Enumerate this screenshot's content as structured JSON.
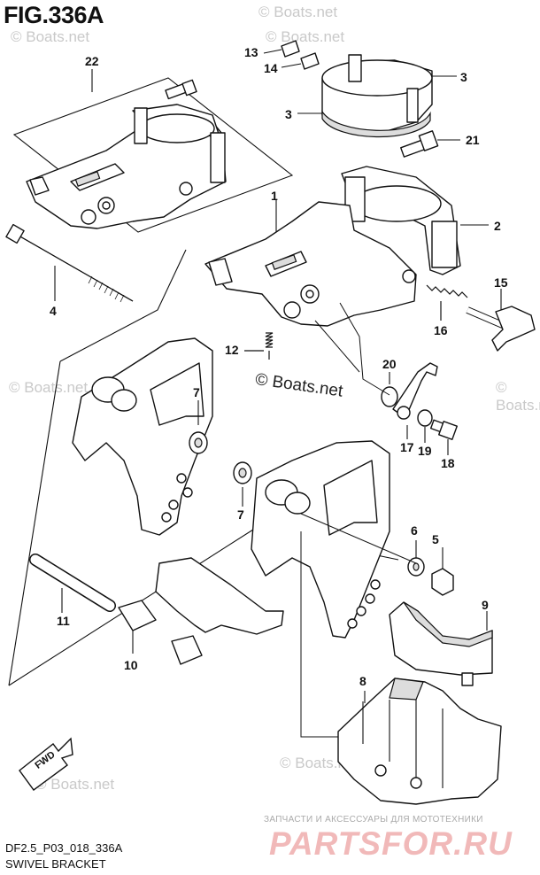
{
  "figure": {
    "title": "FIG.336A",
    "code": "DF2.5_P03_018_336A",
    "caption": "SWIVEL BRACKET"
  },
  "callouts": {
    "c22": "22",
    "c13": "13",
    "c14": "14",
    "c3a": "3",
    "c3b": "3",
    "c21": "21",
    "c1": "1",
    "c2": "2",
    "c4": "4",
    "c15": "15",
    "c16": "16",
    "c12": "12",
    "c20": "20",
    "c7a": "7",
    "c7b": "7",
    "c17": "17",
    "c19": "19",
    "c18": "18",
    "c6": "6",
    "c5": "5",
    "c11": "11",
    "c9": "9",
    "c10": "10",
    "c8": "8"
  },
  "watermark": {
    "center": "© Boats.net",
    "repeat": "© Boats.net"
  },
  "badge": {
    "fwd": "FWD"
  },
  "branding": {
    "promo_text": "ЗАПЧАСТИ И АКСЕССУАРЫ ДЛЯ МОТОТЕХНИКИ",
    "brand_name": "PARTSFOR.RU"
  },
  "colors": {
    "ink": "#111111",
    "watermark": "#c9c9c9",
    "brand": "#f1b9b9"
  }
}
